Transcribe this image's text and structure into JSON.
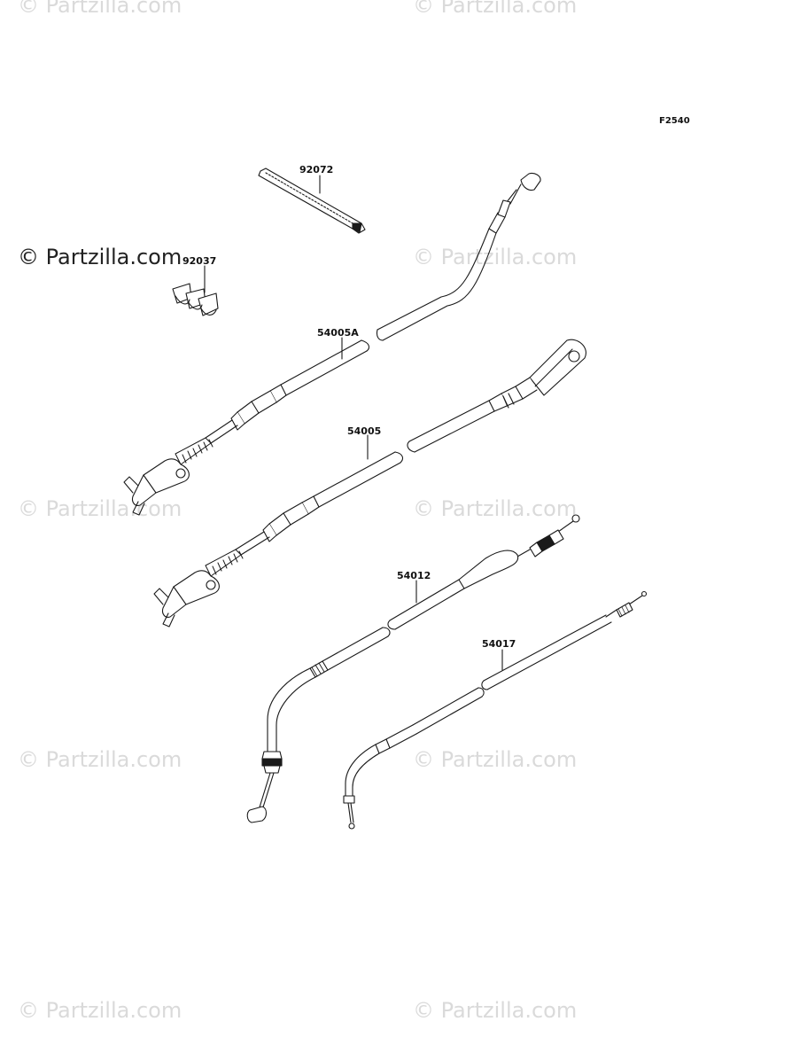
{
  "diagram_id": "F2540",
  "watermarks": {
    "main": "© Partzilla.com",
    "repeat": "© Partzilla.com"
  },
  "parts": {
    "p92072": "92072",
    "p92037": "92037",
    "p54005A": "54005A",
    "p54005": "54005",
    "p54012": "54012",
    "p54017": "54017"
  },
  "colors": {
    "line": "#1a1a1a",
    "watermark": "#dadada"
  }
}
